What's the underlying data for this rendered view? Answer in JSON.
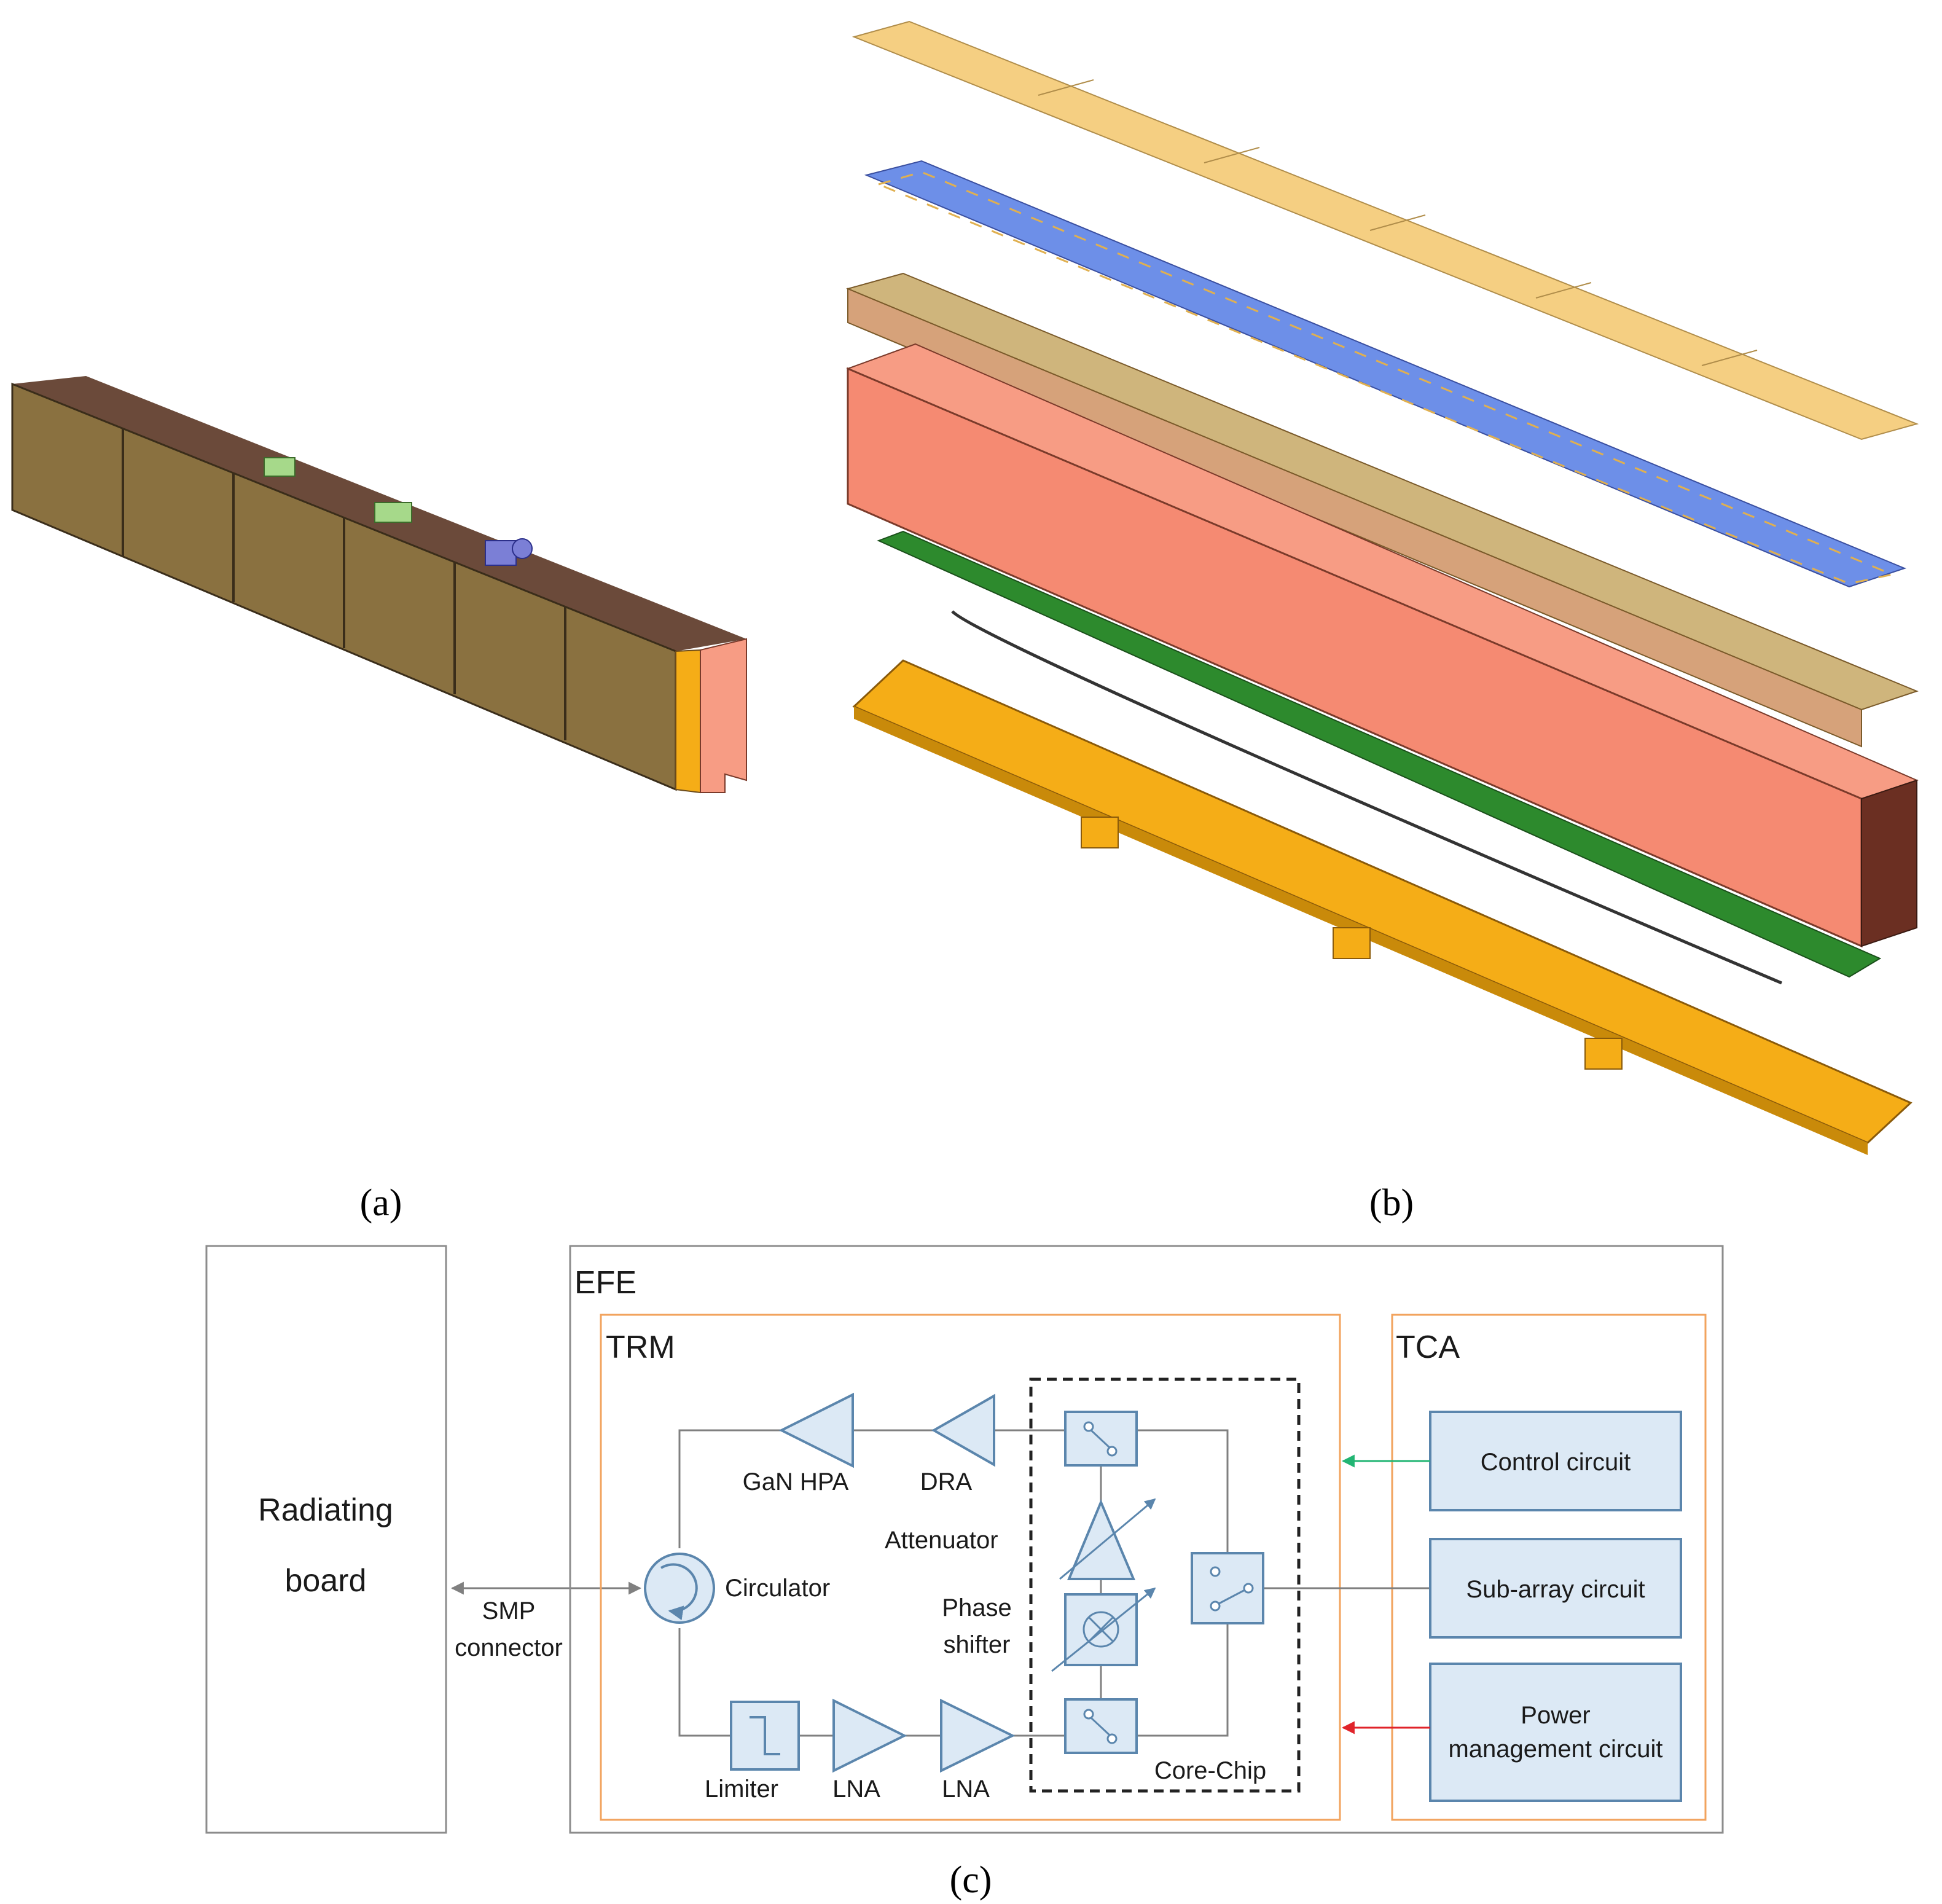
{
  "captions": {
    "a": "(a)",
    "b": "(b)",
    "c": "(c)"
  },
  "labels": {
    "radiating_board_line1": "Radiating",
    "radiating_board_line2": "board",
    "smp_line1": "SMP",
    "smp_line2": "connector",
    "efe": "EFE",
    "trm": "TRM",
    "tca": "TCA",
    "gan_hpa": "GaN HPA",
    "dra": "DRA",
    "attenuator": "Attenuator",
    "phase_line1": "Phase",
    "phase_line2": "shifter",
    "circulator": "Circulator",
    "limiter": "Limiter",
    "lna1": "LNA",
    "lna2": "LNA",
    "core_chip": "Core-Chip",
    "control_circuit": "Control circuit",
    "subarray_circuit": "Sub-array circuit",
    "power_line1": "Power",
    "power_line2": "management circuit"
  },
  "colors": {
    "block_fill": "#dce9f5",
    "block_stroke": "#5b86ad",
    "orange_box": "#f2a35e",
    "gray_box": "#8c8c8c",
    "green_arrow": "#22b573",
    "red_arrow": "#e0242b",
    "signal_line": "#808080",
    "pcb_top": "#f5cf82",
    "pcb_blue": "#6d8fe8",
    "frame_tan": "#cfb57c",
    "housing_salmon": "#f79c84",
    "pcb_green": "#2d8a2d",
    "base_orange": "#f5ad17",
    "assembly_brown": "#8a7140"
  }
}
